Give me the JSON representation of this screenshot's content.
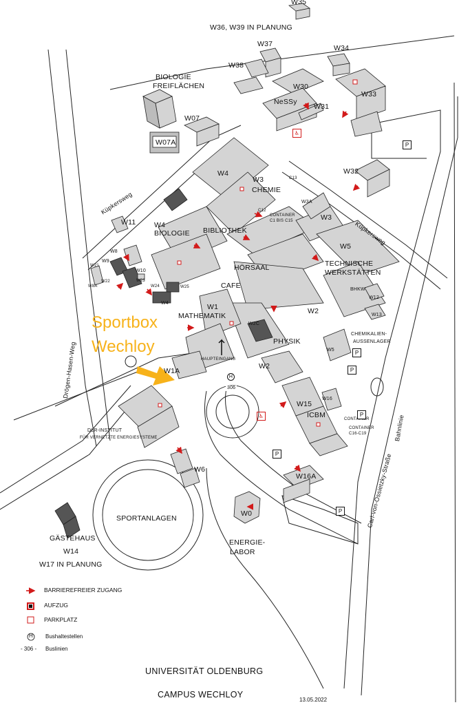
{
  "map": {
    "buildings": {
      "w35": "W35",
      "w36_w39": "W36, W39 IN PLANUNG",
      "w37": "W37",
      "w34": "W34",
      "w38": "W38",
      "w30": "W30",
      "nessy": "NeSSy",
      "w33": "W33",
      "w31": "W31",
      "biologie_freiflaechen_1": "BIOLOGIE",
      "biologie_freiflaechen_2": "FREIFLÄCHEN",
      "w07": "W07",
      "w07a": "W07A",
      "w32": "W32",
      "w4_top": "W4",
      "w3_top": "W3",
      "chemie": "CHEMIE",
      "c13": "C13",
      "c12": "C12",
      "container_c1_c15_1": "CONTAINER",
      "container_c1_c15_2": "C1  BIS  C15",
      "w3a": "W3A",
      "w3_right": "W3",
      "w11": "W11",
      "w4_biologie_1": "W4",
      "w4_biologie_2": "BIOLOGIE",
      "bibliothek": "BIBLIOTHEK",
      "w5": "W5",
      "technische_1": "TECHNISCHE",
      "technische_2": "WERKSTÄTTEN",
      "bhkw": "BHKW",
      "w12": "W12",
      "w13": "W13",
      "w8": "W8",
      "w9": "W9",
      "w21": "W21",
      "w22": "W22",
      "w8a": "W8A",
      "w10": "W10",
      "w23": "W23",
      "w24": "W24",
      "w25": "W25",
      "w4_small": "W4",
      "hoersaal": "HÖRSAAL",
      "cafe": "CAFE",
      "w1": "W1",
      "mathematik": "MATHEMATIK",
      "w2_top": "W2",
      "w2c": "W2C",
      "physik": "PHYSIK",
      "chemikalien_1": "CHEMIKALIEN-",
      "chemikalien_2": "AUSSENLAGER",
      "w5_small": "W5",
      "haupteingang": "HAUPTEINGANG",
      "w1a": "W1A",
      "w2_bottom": "W2",
      "w15": "W15",
      "w16": "W16",
      "icbm": "ICBM",
      "container_small_1": "CONTAINER",
      "container_c16_1": "CONTAINER",
      "container_c16_2": "C16-C19",
      "dlr_1": "DLR-INSTITUT",
      "dlr_2": "FÜR VERNETZTE ENERGIESYSTEME",
      "w6": "W6",
      "w16a": "W16A",
      "sportanlagen": "SPORTANLAGEN",
      "w0": "W0",
      "energie_1": "ENERGIE-",
      "energie_2": "LABOR",
      "gaestehaus_1": "GÄSTEHAUS",
      "gaestehaus_2": "W14",
      "gaestehaus_3": "W17  IN  PLANUNG"
    },
    "roads": {
      "kuepkersweg_left": "Küpkersweg",
      "kuepkersweg_right": "Küpkersweg",
      "droegen_hasen_weg": "Drögen-Hasen-Weg",
      "carl_von_ossietzky": "Carl-von-Ossietzky-Straße",
      "bahnlinie": "Bahnlinie"
    },
    "bus": {
      "stop_symbol": "H",
      "line": "306"
    },
    "parking_symbol": "P",
    "accessible_symbol": "♿"
  },
  "overlay": {
    "line1": "Sportbox",
    "line2": "Wechloy",
    "color": "#f7b21a"
  },
  "legend": {
    "barrierefrei": "BARRIEREFREIER ZUGANG",
    "aufzug": "AUFZUG",
    "parkplatz": "PARKPLATZ",
    "bushaltestellen": "Bushaltestellen",
    "buslinien_symbol": "- 306 -",
    "buslinien": "Buslinien",
    "arrow_color": "#d21a1a"
  },
  "footer": {
    "university": "UNIVERSITÄT OLDENBURG",
    "campus": "CAMPUS WECHLOY",
    "date": "13.05.2022"
  }
}
